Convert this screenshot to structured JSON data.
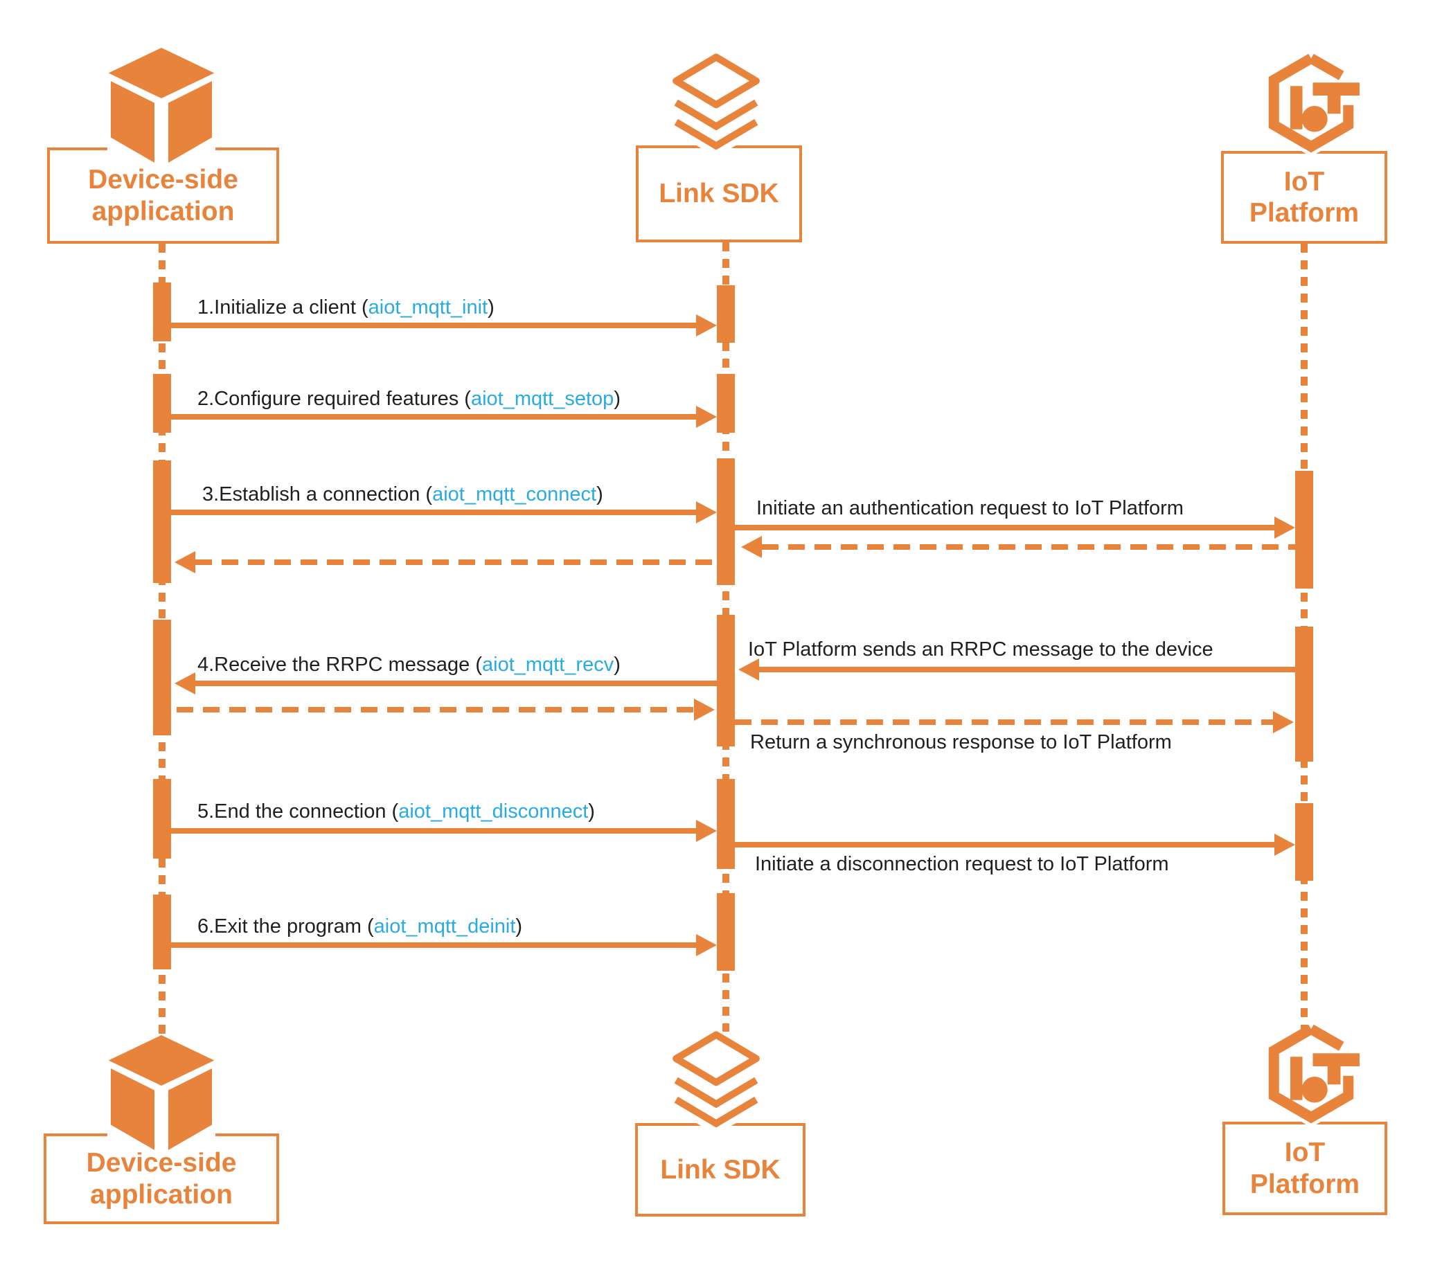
{
  "colors": {
    "orange": "#E8833C",
    "link_blue": "#29ABE2",
    "text_dark": "#1F1F1F"
  },
  "actors": {
    "device": {
      "line1": "Device-side",
      "line2": "application"
    },
    "sdk": {
      "label": "Link SDK"
    },
    "iot": {
      "line1": "IoT",
      "line2": "Platform"
    }
  },
  "messages": {
    "m1": {
      "pre": "1.Initialize a client (",
      "link": "aiot_mqtt_init",
      "post": ")"
    },
    "m2": {
      "pre": "2.Configure required features (",
      "link": "aiot_mqtt_setop",
      "post": ")"
    },
    "m3": {
      "pre": "3.Establish a connection (",
      "link": "aiot_mqtt_connect",
      "post": ")"
    },
    "m4": {
      "pre": "4.Receive the RRPC message (",
      "link": "aiot_mqtt_recv",
      "post": ")"
    },
    "m5": {
      "pre": "5.End the connection (",
      "link": "aiot_mqtt_disconnect",
      "post": ")"
    },
    "m6": {
      "pre": "6.Exit the program (",
      "link": "aiot_mqtt_deinit",
      "post": ")"
    },
    "auth_request": "Initiate an authentication request to IoT Platform",
    "rrpc_send": "IoT Platform sends an RRPC message to the device",
    "sync_response": "Return a synchronous response to IoT Platform",
    "disconnect_request": "Initiate a disconnection request to IoT Platform"
  }
}
